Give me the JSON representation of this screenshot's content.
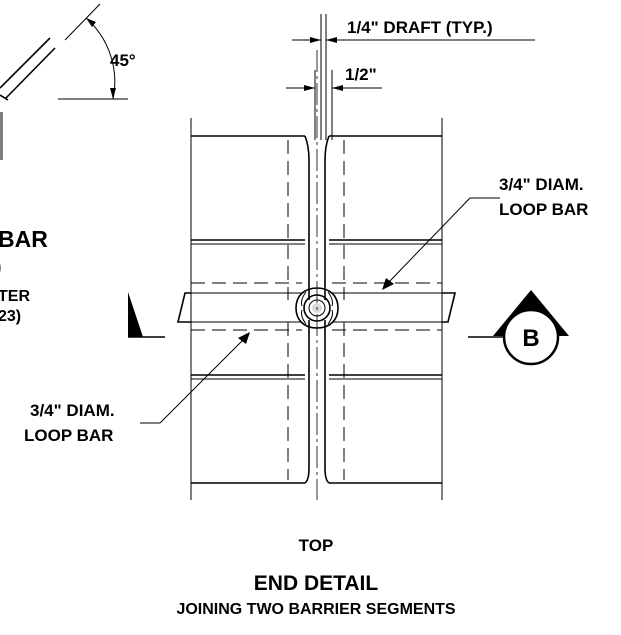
{
  "labels": {
    "draft": "1/4\" DRAFT (TYP.)",
    "half": "1/2\"",
    "angle": "45°",
    "loop_bar_right_1": "3/4\" DIAM.",
    "loop_bar_right_2": "LOOP BAR",
    "loop_bar_left_1": "3/4\" DIAM.",
    "loop_bar_left_2": "LOOP BAR",
    "section_marker": "B",
    "cut_bar": "BAR",
    "cut_paren": ")",
    "cut_ter": "TER",
    "cut_23": "23)",
    "view": "TOP",
    "title": "END DETAIL",
    "subtitle": "JOINING TWO BARRIER SEGMENTS"
  }
}
